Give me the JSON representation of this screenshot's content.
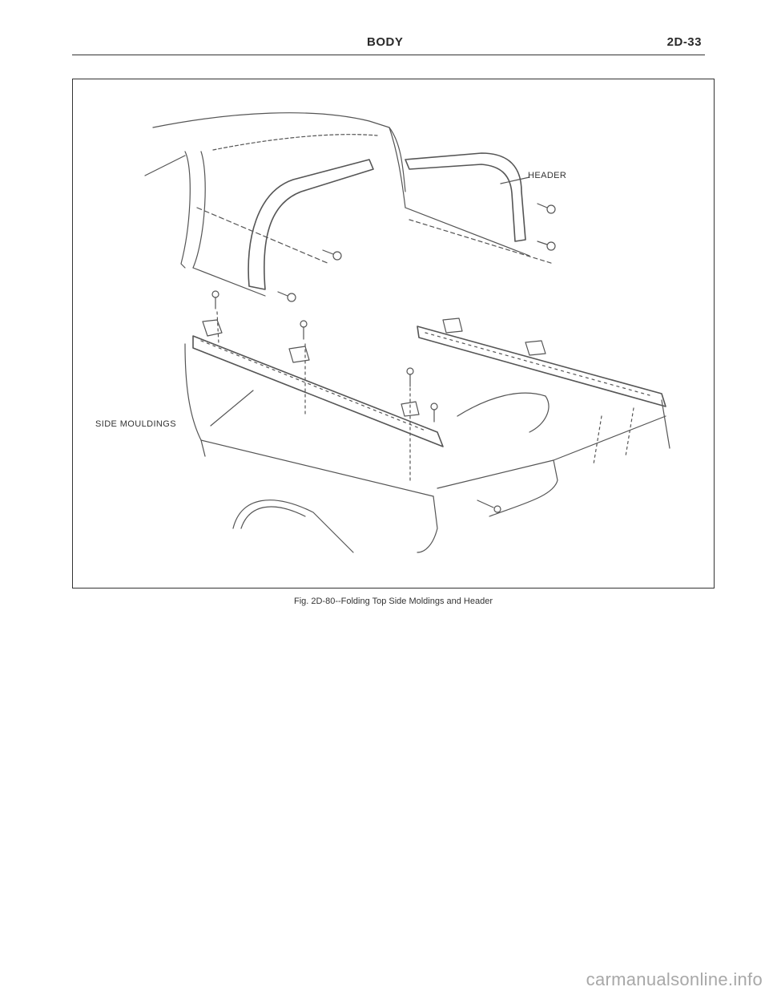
{
  "page_header": {
    "section_title": "BODY",
    "page_number": "2D-33"
  },
  "figure": {
    "labels": {
      "header": "HEADER",
      "side_mouldings": "SIDE MOULDINGS"
    },
    "caption": "Fig. 2D-80--Folding Top Side Moldings and Header"
  },
  "footer": {
    "watermark": "carmanualsonline.info"
  }
}
